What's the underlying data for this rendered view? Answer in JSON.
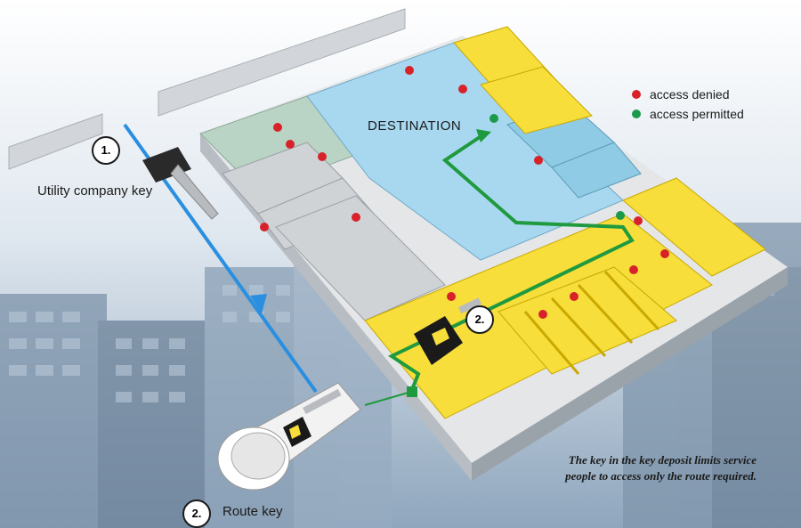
{
  "labels": {
    "destination": "DESTINATION",
    "utility_key": "Utility company key",
    "route_key": "Route key",
    "step1": "1.",
    "step2_floor": "2.",
    "step2_deposit": "2."
  },
  "legend": [
    {
      "label": "access denied",
      "color": "#d8222a"
    },
    {
      "label": "access permitted",
      "color": "#1a9a4a"
    }
  ],
  "caption": {
    "line1": "The key in the key deposit limits service",
    "line2": "people to access only the route required."
  },
  "colors": {
    "path": "#1f9a3e",
    "key_line": "#2a8fe0",
    "destination_room": "#a8d8f0",
    "yellow_rooms": "#f7de3a",
    "grey_rooms": "#cfd3d6",
    "green_rooms": "#b9d3c4"
  }
}
